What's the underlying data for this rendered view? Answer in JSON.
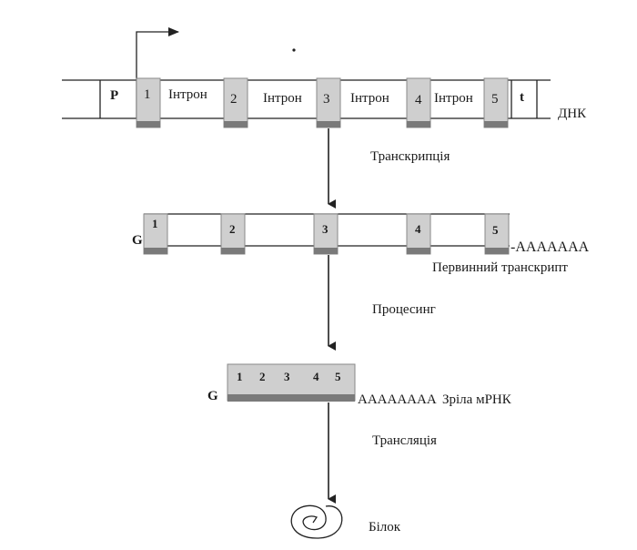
{
  "dna": {
    "promoter": "P",
    "exons": [
      "1",
      "2",
      "3",
      "4",
      "5"
    ],
    "introns": [
      "Інтрон",
      "Інтрон",
      "Інтрон",
      "Інтрон"
    ],
    "terminator": "t",
    "label": "ДНК"
  },
  "steps": {
    "transcription": "Транскрипція",
    "processing": "Процесинг",
    "translation": "Трансляція"
  },
  "primary_transcript": {
    "cap": "G",
    "exons": [
      "1",
      "2",
      "3",
      "4",
      "5"
    ],
    "tail": "-AAAAAAA",
    "label": "Первинний транскрипт"
  },
  "mature_mrna": {
    "cap": "G",
    "exons": [
      "1",
      "2",
      "3",
      "4",
      "5"
    ],
    "tail": "AAAAAAAA",
    "label": "Зріла мРНК"
  },
  "protein": {
    "label": "Білок"
  },
  "colors": {
    "exon_fill": "#cfcfcf",
    "exon_edge": "#7a7a7a",
    "line": "#222222"
  }
}
